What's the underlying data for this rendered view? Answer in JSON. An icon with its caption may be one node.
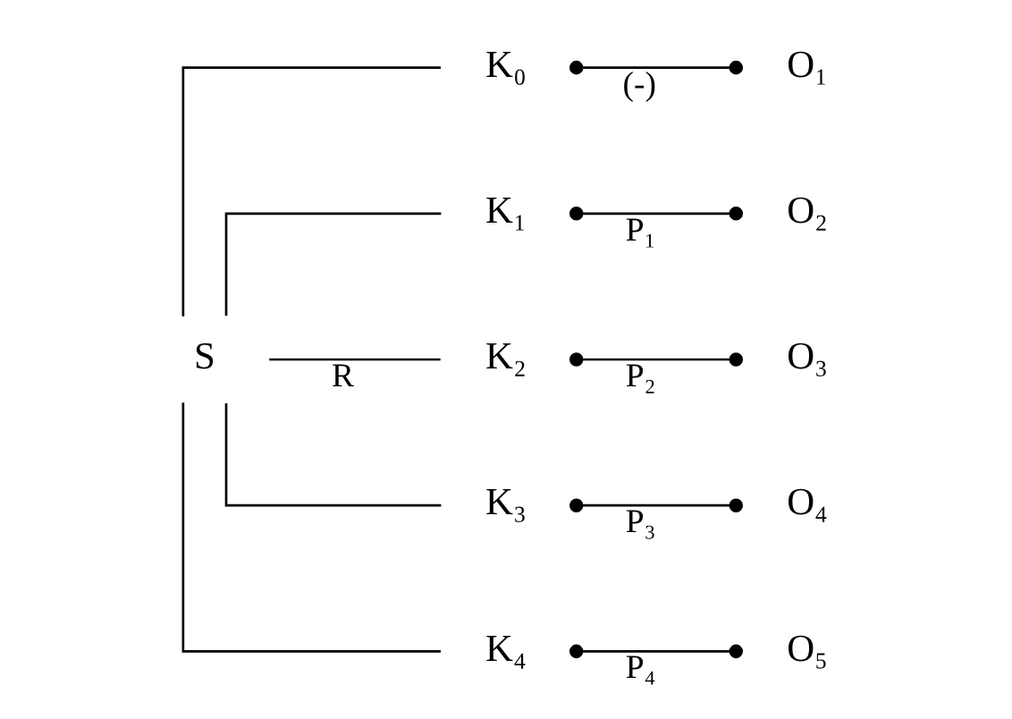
{
  "diagram": {
    "nodes": [
      {
        "text": [
          "S"
        ]
      },
      {
        "text": [
          "K₀"
        ]
      },
      {
        "text": [
          "K₁"
        ]
      },
      {
        "text": [
          "K₂"
        ]
      },
      {
        "text": [
          "K₃"
        ]
      },
      {
        "text": [
          "K₄"
        ]
      },
      {
        "text": [
          "O₁"
        ]
      },
      {
        "text": [
          "O₂"
        ]
      },
      {
        "text": [
          "O₃"
        ]
      },
      {
        "text": [
          "O₄"
        ]
      },
      {
        "text": [
          "O₅"
        ]
      }
    ],
    "edges": [
      {
        "from": 0,
        "to": 1,
        "arrow": "none"
      },
      {
        "from": 0,
        "to": 2,
        "arrow": "none"
      },
      {
        "from": 0,
        "to": 3,
        "arrow": "none",
        "label": "R"
      },
      {
        "from": 0,
        "to": 4,
        "arrow": "none"
      },
      {
        "from": 0,
        "to": 5,
        "arrow": "none"
      },
      {
        "from": 1,
        "to": 6,
        "arrow": "other",
        "label": "(-)"
      },
      {
        "from": 2,
        "to": 7,
        "arrow": "other",
        "label": "P₁"
      },
      {
        "from": 3,
        "to": 8,
        "arrow": "other",
        "label": "P₂"
      },
      {
        "from": 4,
        "to": 9,
        "arrow": "other",
        "label": "P₃"
      },
      {
        "from": 5,
        "to": 10,
        "arrow": "other",
        "label": "P₄"
      }
    ]
  }
}
